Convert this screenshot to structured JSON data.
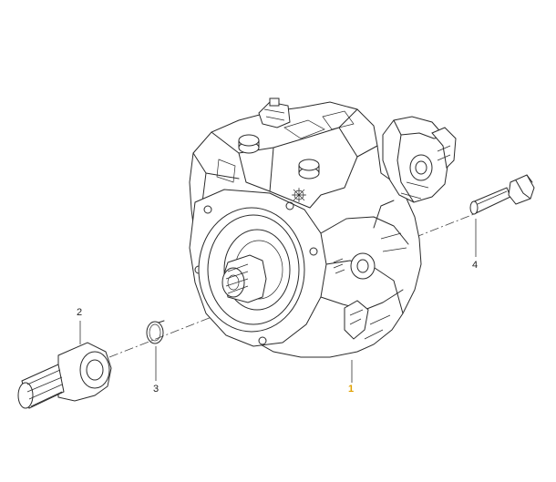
{
  "callouts": [
    {
      "id": "1",
      "label": "1",
      "highlight": true
    },
    {
      "id": "2",
      "label": "2",
      "highlight": false
    },
    {
      "id": "3",
      "label": "3",
      "highlight": false
    },
    {
      "id": "4",
      "label": "4",
      "highlight": false
    }
  ],
  "colors": {
    "line": "#2a2a2a",
    "highlight": "#e0a100",
    "background": "#ffffff"
  }
}
